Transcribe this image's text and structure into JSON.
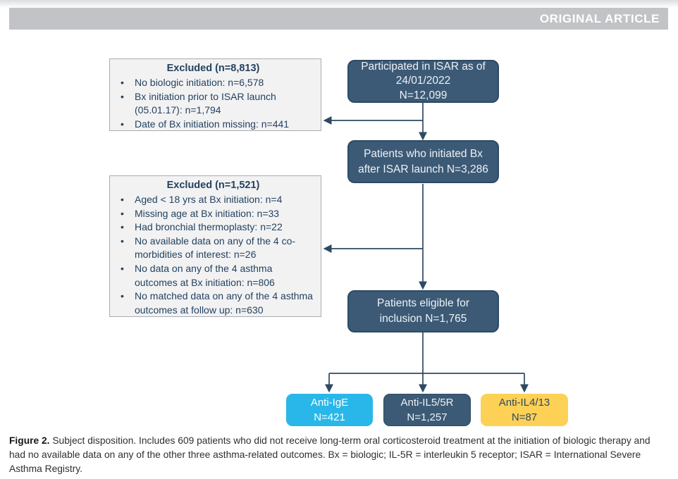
{
  "banner": {
    "label": "ORIGINAL ARTICLE"
  },
  "flowchart": {
    "participated": {
      "lines": [
        "Participated in ISAR as of",
        "24/01/2022",
        "N=12,099"
      ]
    },
    "initiated": {
      "lines": [
        "Patients who initiated Bx",
        "after ISAR launch N=3,286"
      ]
    },
    "eligible": {
      "lines": [
        "Patients eligible for",
        "inclusion N=1,765"
      ]
    },
    "excluded1": {
      "title": "Excluded (n=8,813)",
      "items": [
        "No biologic initiation: n=6,578",
        "Bx initiation prior to ISAR launch (05.01.17): n=1,794",
        "Date of Bx initiation missing: n=441"
      ]
    },
    "excluded2": {
      "title": "Excluded (n=1,521)",
      "items": [
        "Aged < 18 yrs at Bx initiation: n=4",
        "Missing age at Bx initiation: n=33",
        "Had bronchial thermoplasty: n=22",
        "No available data on any of the 4 co-morbidities of interest: n=26",
        "No data on any of the 4 asthma outcomes at Bx initiation: n=806",
        "No matched data on any of the 4 asthma outcomes at follow up: n=630"
      ]
    },
    "treatment_groups": [
      {
        "label": "Anti-IgE",
        "n": "N=421",
        "color": "#29b7e9"
      },
      {
        "label": "Anti-IL5/5R",
        "n": "N=1,257",
        "color": "#3c5a75"
      },
      {
        "label": "Anti-IL4/13",
        "n": "N=87",
        "color": "#fcd156"
      }
    ]
  },
  "caption": {
    "label": "Figure 2.",
    "text": "Subject disposition. Includes 609 patients who did not receive long-term oral corticosteroid treatment at the initiation of biologic therapy and had no available data on any of the other three asthma-related outcomes. Bx = biologic; IL-5R = interleukin 5 receptor; ISAR = International Severe Asthma Registry."
  },
  "colors": {
    "banner_bg": "#c1c3c6",
    "node_dark": "#3c5a75",
    "node_dark_border": "#2d4a64",
    "excluded_bg": "#f2f2f3",
    "excluded_border": "#a9adb2",
    "excluded_text": "#24425f",
    "arrow": "#2e4a63",
    "anti_ige": "#29b7e9",
    "anti_il5_5r": "#3c5a75",
    "anti_il4_13": "#fcd156"
  }
}
